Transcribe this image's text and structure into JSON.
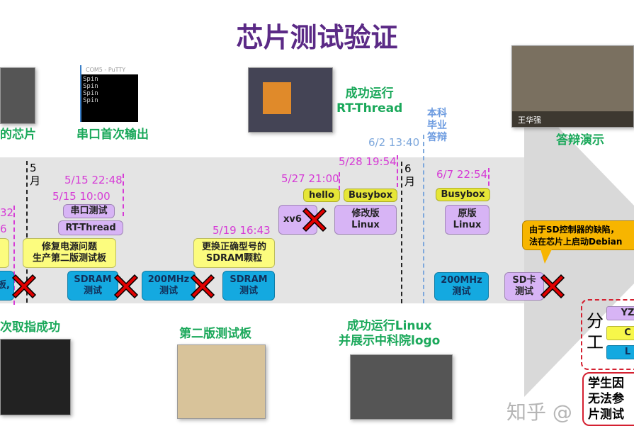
{
  "title": "芯片测试验证",
  "captions": {
    "chips": "的芯片",
    "serial_first": "串口首次输出",
    "rt_thread_run": "成功运行\nRT-Thread",
    "defense_demo": "答辩演示",
    "first_fetch": "次取指成功",
    "board_v2": "第二版测试板",
    "linux_run": "成功运行Linux\n并展示中科院logo"
  },
  "putty": {
    "title": "COM5 - PuTTY",
    "lines": [
      "Spin",
      "Spin",
      "Spin",
      "Spin"
    ]
  },
  "video": {
    "name": "王华强"
  },
  "months": {
    "may": "5\n月",
    "june": "6\n月"
  },
  "graduation": {
    "label": "本科\n毕业\n答辩",
    "time": "6/2 13:40"
  },
  "times": [
    "32",
    "6",
    "5/15 22:48",
    "5/15 10:00",
    "5/19 16:43",
    "5/27 21:00",
    "5/28 19:54",
    "6/7 22:54"
  ],
  "boxes": {
    "serial_test": "串口测试",
    "rt_thread": "RT-Thread",
    "fix_power": "修复电源问题\n生产第二版测试板",
    "replace_sdram": "更换正确型号的\nSDRAM颗粒",
    "hello": "hello",
    "busybox1": "Busybox",
    "xv6": "xv6",
    "mod_linux": "修改版\nLinux",
    "busybox2": "Busybox",
    "orig_linux": "原版\nLinux",
    "left_blue": "板,",
    "sdram1": "SDRAM\n测试",
    "mhz1": "200MHz\n测试",
    "sdram2": "SDRAM\n测试",
    "mhz2": "200MHz\n测试",
    "sd_card": "SD卡\n测试"
  },
  "callout": "由于SD控制器的缺陷，\n法在芯片上启动Debian",
  "division": {
    "label": "分\n工",
    "rows": [
      "YZ",
      "C",
      "L"
    ]
  },
  "note": "学生因\n无法参\n片测试",
  "watermark": "知乎 @"
}
